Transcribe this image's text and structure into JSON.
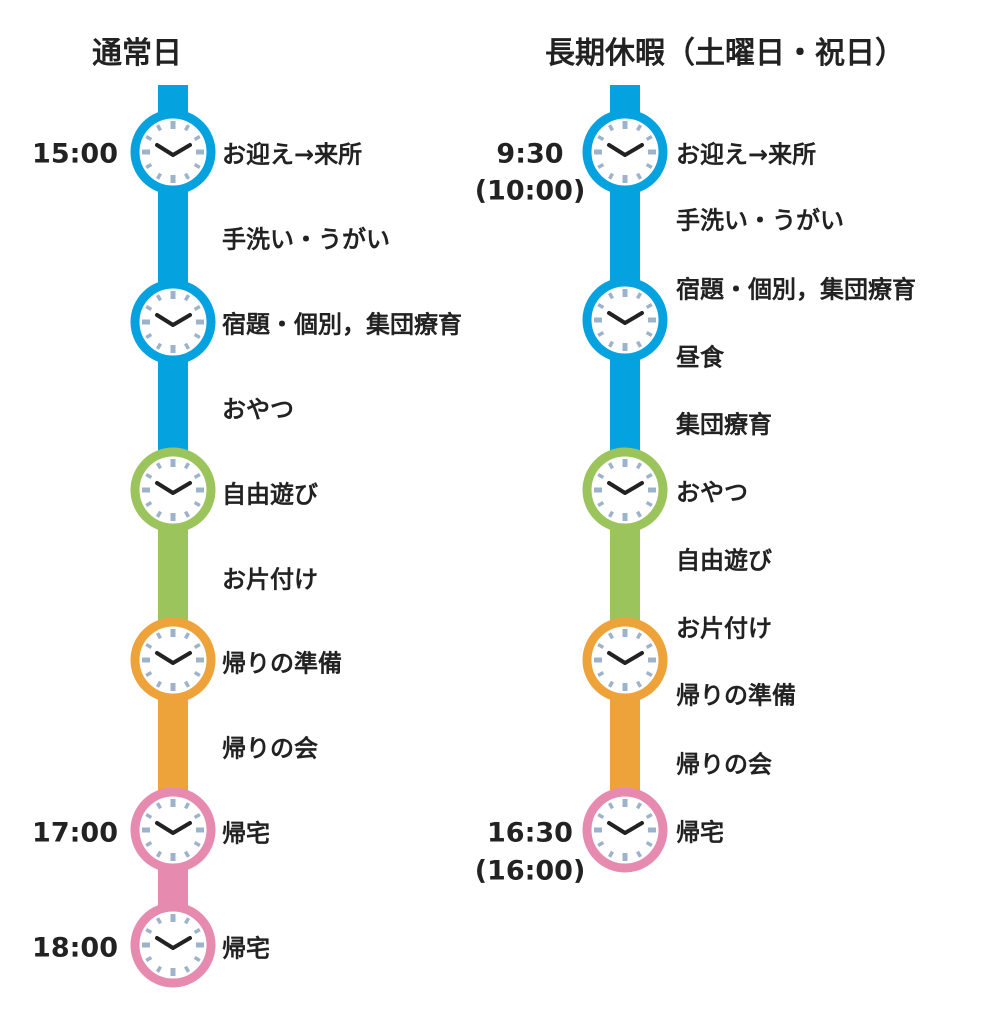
{
  "colors": {
    "blue": "#05a2e0",
    "green": "#9bc45c",
    "orange": "#eda23a",
    "pink": "#e68ab0",
    "tick": "#9db3cc",
    "hand": "#222222"
  },
  "weekday": {
    "title": "通常日",
    "labels": [
      "お迎え→来所",
      "手洗い・うがい",
      "宿題・個別，集団療育",
      "おやつ",
      "自由遊び",
      "お片付け",
      "帰りの準備",
      "帰りの会",
      "帰宅",
      "帰宅"
    ],
    "times": [
      "15:00",
      "17:00",
      "18:00"
    ],
    "clocks": [
      "blue",
      "blue",
      "green",
      "orange",
      "pink",
      "pink"
    ]
  },
  "holiday": {
    "title": "長期休暇（土曜日・祝日）",
    "labels": [
      "お迎え→来所",
      "手洗い・うがい",
      "宿題・個別，集団療育",
      "昼食",
      "集団療育",
      "おやつ",
      "自由遊び",
      "お片付け",
      "帰りの準備",
      "帰りの会",
      "帰宅"
    ],
    "times": [
      "9:30",
      "(10:00)",
      "16:30",
      "(16:00)"
    ],
    "clocks": [
      "blue",
      "blue",
      "green",
      "orange",
      "pink"
    ]
  }
}
